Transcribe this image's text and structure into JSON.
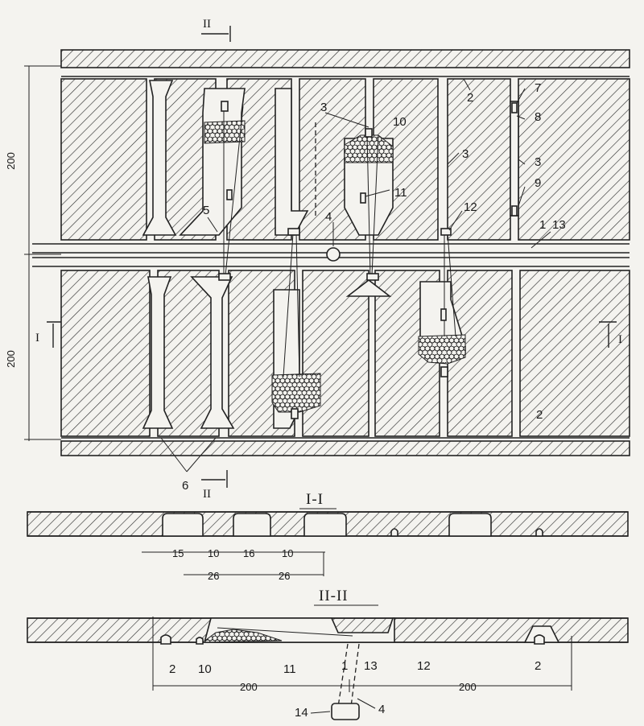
{
  "plan": {
    "callouts": [
      "1",
      "2",
      "3",
      "4",
      "5",
      "6",
      "7",
      "8",
      "9",
      "10",
      "11",
      "12",
      "13"
    ],
    "dim_level_height_top": "200",
    "dim_level_height_bottom": "200"
  },
  "section_marks": {
    "mark_I": "I",
    "mark_II": "II"
  },
  "section_I_I": {
    "title": "I-I",
    "dims_row1": [
      "15",
      "10",
      "16",
      "10"
    ],
    "dims_row2": [
      "26",
      "26"
    ]
  },
  "section_II_II": {
    "title": "II-II",
    "callouts": [
      "2",
      "10",
      "11",
      "1",
      "13",
      "12",
      "2",
      "4",
      "14"
    ],
    "dim_left": "200",
    "dim_right": "200"
  }
}
